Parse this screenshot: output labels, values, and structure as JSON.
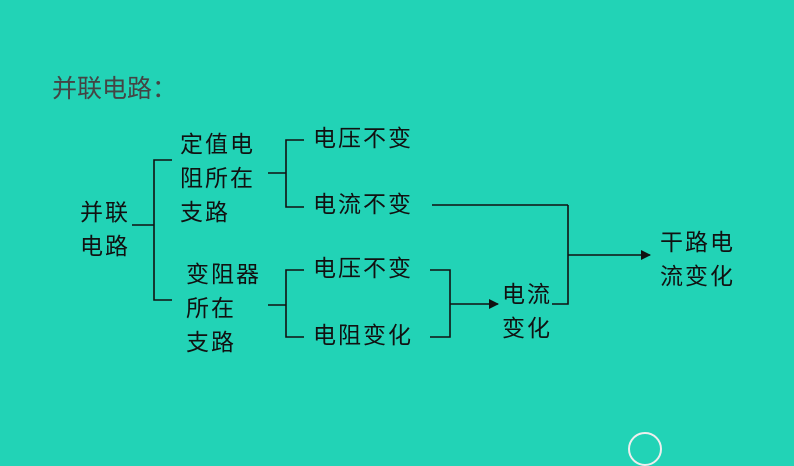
{
  "title": "并联电路：",
  "root": {
    "line1": "并联",
    "line2": "电路"
  },
  "branch_fixed": {
    "line1": "定值电",
    "line2": "阻所在",
    "line3": "支路"
  },
  "branch_variable": {
    "line1": "变阻器",
    "line2": "所在",
    "line3": "支路"
  },
  "fixed_voltage": "电压不变",
  "fixed_current": "电流不变",
  "var_voltage": "电压不变",
  "var_resistance": "电阻变化",
  "var_current": {
    "line1": "电流",
    "line2": "变化"
  },
  "main_current": {
    "line1": "干路电",
    "line2": "流变化"
  }
}
